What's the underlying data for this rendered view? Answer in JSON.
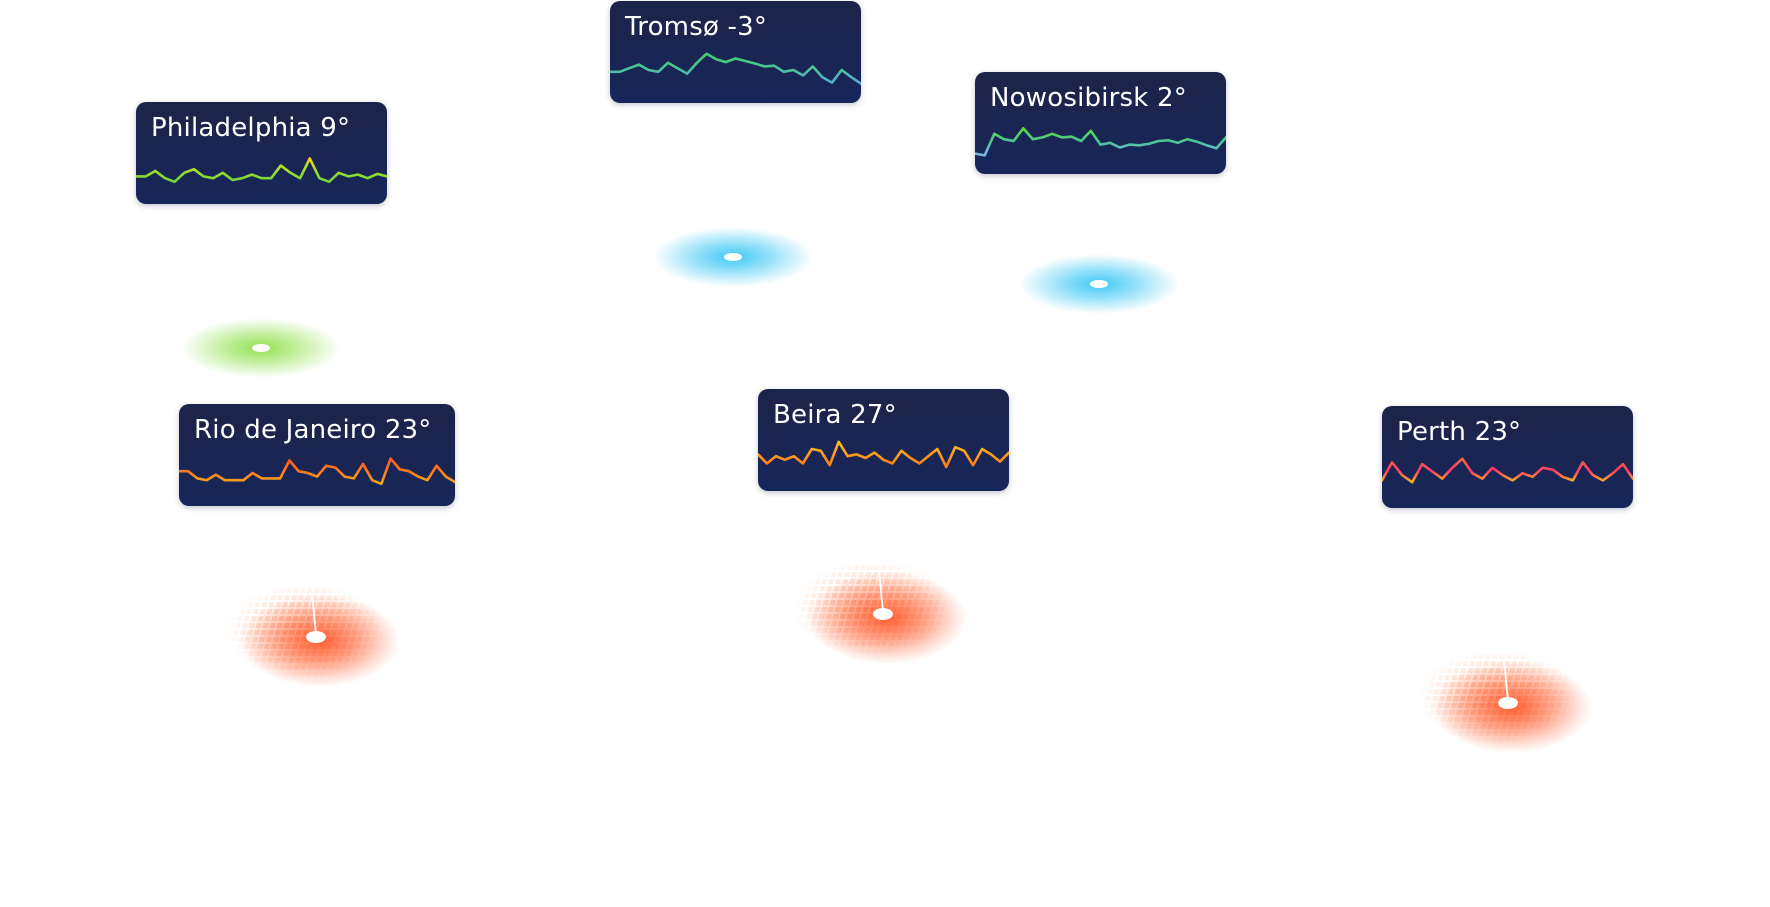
{
  "cities": [
    {
      "label": "Tromsø -3°",
      "colors": [
        "#5aa7d6",
        "#4bc39a",
        "#3fd06a"
      ],
      "marker_style": "cold",
      "marker_color": "#38c6f4",
      "series": [
        0.45,
        0.45,
        0.55,
        0.65,
        0.5,
        0.45,
        0.7,
        0.55,
        0.4,
        0.7,
        0.95,
        0.8,
        0.72,
        0.82,
        0.75,
        0.68,
        0.6,
        0.62,
        0.45,
        0.5,
        0.35,
        0.6,
        0.3,
        0.15,
        0.5,
        0.3,
        0.12
      ]
    },
    {
      "label": "Philadelphia 9°",
      "colors": [
        "#6ed23a",
        "#a6e02a",
        "#f0d21c"
      ],
      "marker_style": "mild",
      "marker_color": "#8fe04a",
      "series": [
        0.35,
        0.35,
        0.5,
        0.3,
        0.2,
        0.45,
        0.55,
        0.35,
        0.3,
        0.45,
        0.25,
        0.3,
        0.4,
        0.3,
        0.3,
        0.65,
        0.45,
        0.3,
        0.85,
        0.3,
        0.2,
        0.45,
        0.35,
        0.4,
        0.3,
        0.42,
        0.35
      ]
    },
    {
      "label": "Nowosibirsk 2°",
      "colors": [
        "#7fb4e8",
        "#4bc39a",
        "#5ddc3a"
      ],
      "marker_style": "cold",
      "marker_color": "#38c6f4",
      "series": [
        0.15,
        0.1,
        0.7,
        0.55,
        0.5,
        0.85,
        0.55,
        0.6,
        0.7,
        0.6,
        0.62,
        0.5,
        0.78,
        0.4,
        0.45,
        0.32,
        0.4,
        0.38,
        0.42,
        0.5,
        0.52,
        0.45,
        0.55,
        0.48,
        0.38,
        0.3,
        0.6
      ]
    },
    {
      "label": "Rio de Janeiro 23°",
      "colors": [
        "#f0a81c",
        "#ff7a1c",
        "#ff5a1c"
      ],
      "marker_style": "hot",
      "marker_color": "#ff5a2a",
      "series": [
        0.55,
        0.55,
        0.35,
        0.3,
        0.45,
        0.3,
        0.3,
        0.3,
        0.5,
        0.35,
        0.35,
        0.35,
        0.85,
        0.55,
        0.5,
        0.4,
        0.7,
        0.65,
        0.4,
        0.35,
        0.75,
        0.3,
        0.2,
        0.9,
        0.6,
        0.55,
        0.4,
        0.3,
        0.7,
        0.4,
        0.25
      ]
    },
    {
      "label": "Beira 27°",
      "colors": [
        "#ff7a1c",
        "#ff9a1c",
        "#f0c21c"
      ],
      "marker_style": "hot",
      "marker_color": "#ff5a2a",
      "series": [
        0.6,
        0.35,
        0.55,
        0.45,
        0.55,
        0.35,
        0.75,
        0.7,
        0.3,
        0.95,
        0.55,
        0.6,
        0.5,
        0.65,
        0.45,
        0.35,
        0.7,
        0.5,
        0.35,
        0.55,
        0.75,
        0.25,
        0.8,
        0.7,
        0.3,
        0.75,
        0.6,
        0.4,
        0.65
      ]
    },
    {
      "label": "Perth 23°",
      "colors": [
        "#f0b81c",
        "#ff3a6a",
        "#f06a3a"
      ],
      "marker_style": "hot",
      "marker_color": "#ff5a2a",
      "series": [
        0.35,
        0.85,
        0.5,
        0.3,
        0.8,
        0.6,
        0.4,
        0.7,
        0.95,
        0.55,
        0.4,
        0.7,
        0.5,
        0.35,
        0.55,
        0.45,
        0.7,
        0.65,
        0.45,
        0.35,
        0.85,
        0.5,
        0.35,
        0.55,
        0.8,
        0.4
      ]
    }
  ]
}
